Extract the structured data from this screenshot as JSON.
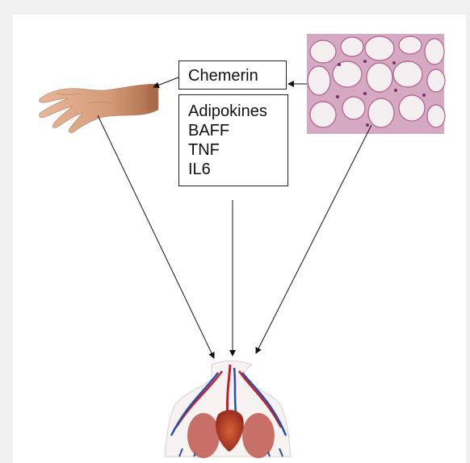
{
  "diagram": {
    "chemerin_label": "Chemerin",
    "adipokines_list": [
      "Adipokines",
      "BAFF",
      "TNF",
      "IL6"
    ]
  },
  "images": {
    "hand": "hand-photo",
    "adipose": "adipose-tissue-histology",
    "cardiovascular": "cardiovascular-system-illustration"
  },
  "colors": {
    "skin": "#d9a27f",
    "adipose_stain": "#c07aa0",
    "artery": "#c8202a",
    "vein": "#2a4fa8"
  }
}
